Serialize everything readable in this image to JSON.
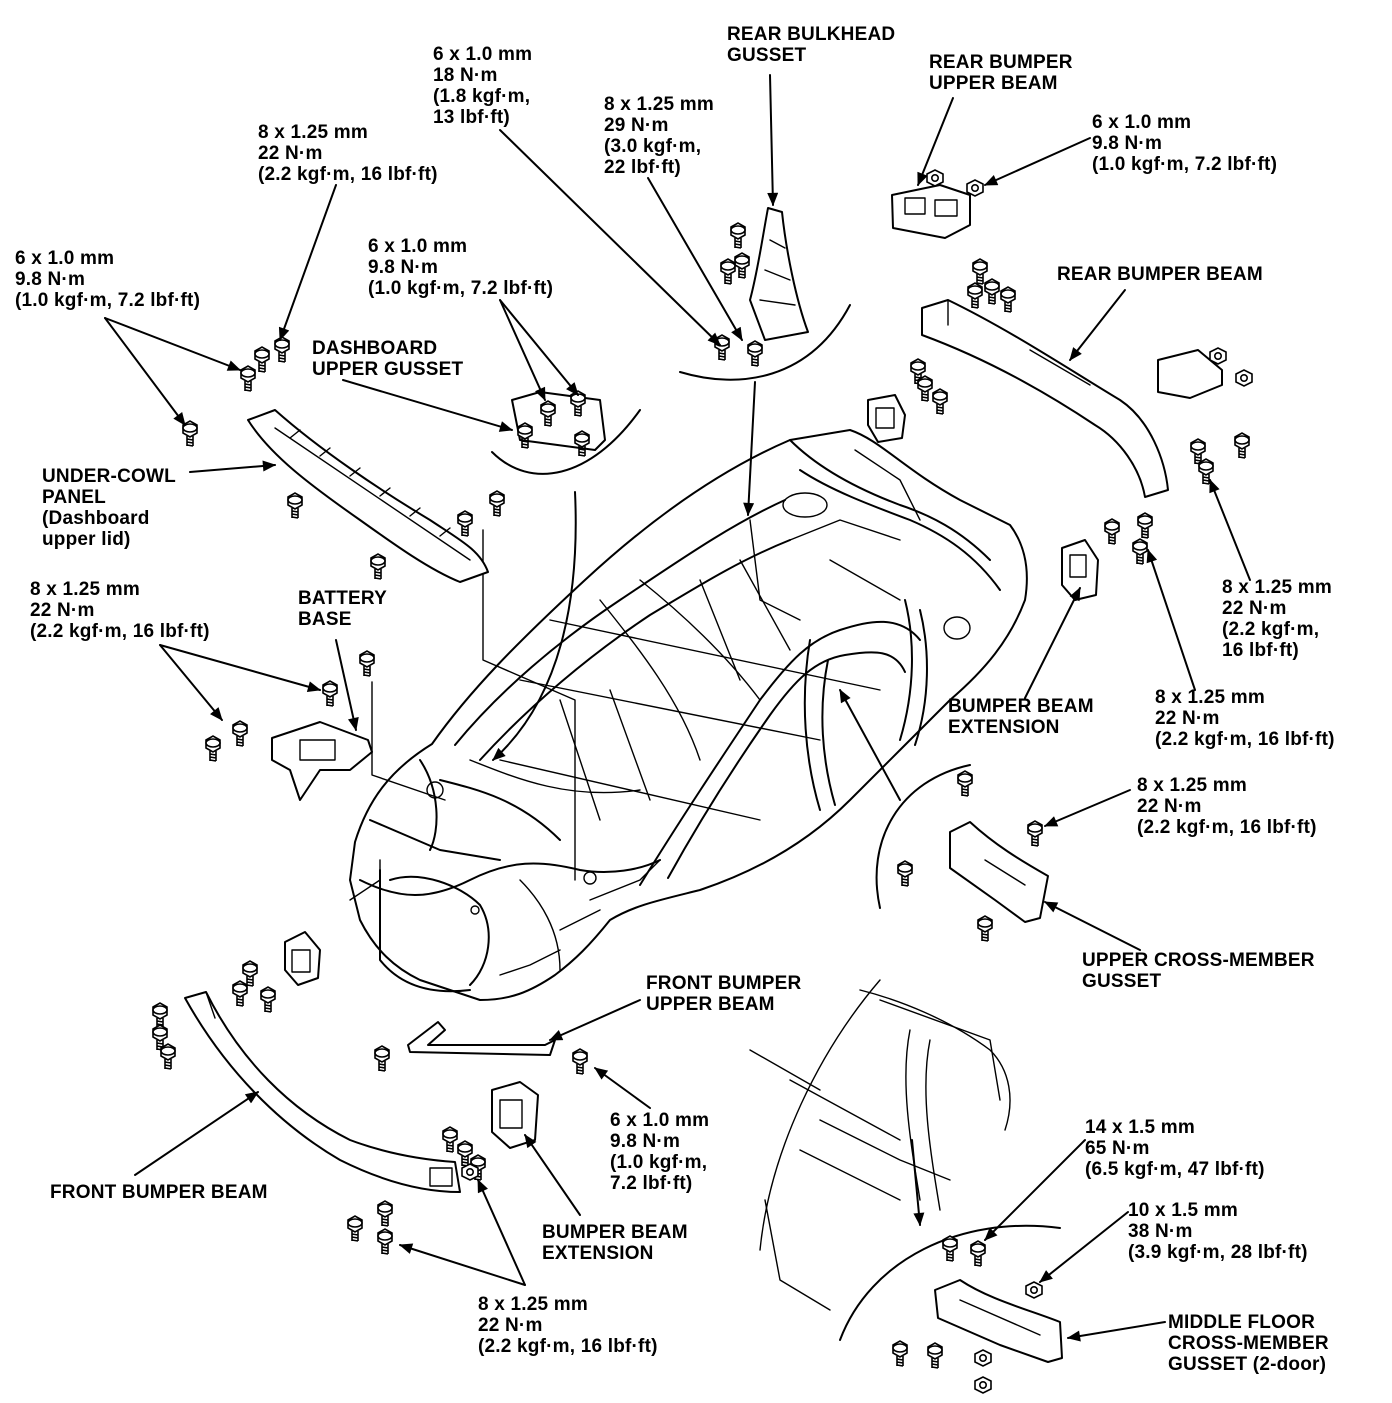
{
  "labels": {
    "rear_bulkhead_gusset": [
      "REAR BULKHEAD",
      "GUSSET"
    ],
    "rear_bumper_upper_beam": [
      "REAR BUMPER",
      "UPPER BEAM"
    ],
    "rear_bumper_beam": [
      "REAR BUMPER BEAM"
    ],
    "dashboard_upper_gusset": [
      "DASHBOARD",
      "UPPER GUSSET"
    ],
    "under_cowl_panel": [
      "UNDER-COWL",
      "PANEL",
      "(Dashboard",
      "upper lid)"
    ],
    "battery_base": [
      "BATTERY",
      "BASE"
    ],
    "bumper_beam_extension_rear": [
      "BUMPER BEAM",
      "EXTENSION"
    ],
    "upper_cross_member_gusset": [
      "UPPER CROSS-MEMBER",
      "GUSSET"
    ],
    "front_bumper_upper_beam": [
      "FRONT BUMPER",
      "UPPER BEAM"
    ],
    "front_bumper_beam": [
      "FRONT BUMPER BEAM"
    ],
    "bumper_beam_extension_front": [
      "BUMPER BEAM",
      "EXTENSION"
    ],
    "middle_floor_cross_member_gusset": [
      "MIDDLE FLOOR",
      "CROSS-MEMBER",
      "GUSSET (2-door)"
    ]
  },
  "torque_specs": {
    "rear_bulkhead_top": [
      "6 x 1.0 mm",
      "18 N·m",
      "(1.8 kgf·m,",
      "13 lbf·ft)"
    ],
    "rear_bulkhead_side": [
      "8 x 1.25 mm",
      "29 N·m",
      "(3.0 kgf·m,",
      "22 lbf·ft)"
    ],
    "rear_upper_beam": [
      "6 x 1.0 mm",
      "9.8 N·m",
      "(1.0 kgf·m, 7.2 lbf·ft)"
    ],
    "under_cowl_top": [
      "8 x 1.25 mm",
      "22 N·m",
      "(2.2 kgf·m, 16 lbf·ft)"
    ],
    "under_cowl_left": [
      "6 x 1.0 mm",
      "9.8 N·m",
      "(1.0 kgf·m, 7.2 lbf·ft)"
    ],
    "dashboard_gusset": [
      "6 x 1.0 mm",
      "9.8 N·m",
      "(1.0 kgf·m, 7.2 lbf·ft)"
    ],
    "battery_base": [
      "8 x 1.25 mm",
      "22 N·m",
      "(2.2 kgf·m, 16 lbf·ft)"
    ],
    "rear_bumper_beam": [
      "8 x 1.25 mm",
      "22 N·m",
      "(2.2 kgf·m,",
      "16 lbf·ft)"
    ],
    "rear_extension": [
      "8 x 1.25 mm",
      "22 N·m",
      "(2.2 kgf·m, 16 lbf·ft)"
    ],
    "upper_cross_member": [
      "8 x 1.25 mm",
      "22 N·m",
      "(2.2 kgf·m, 16 lbf·ft)"
    ],
    "front_upper_beam": [
      "6 x 1.0 mm",
      "9.8 N·m",
      "(1.0 kgf·m,",
      "7.2 lbf·ft)"
    ],
    "front_bumper_beam": [
      "8 x 1.25 mm",
      "22 N·m",
      "(2.2 kgf·m, 16 lbf·ft)"
    ],
    "middle_floor_large": [
      "14 x 1.5 mm",
      "65 N·m",
      "(6.5 kgf·m, 47 lbf·ft)"
    ],
    "middle_floor_small": [
      "10 x 1.5 mm",
      "38 N·m",
      "(3.9 kgf·m, 28 lbf·ft)"
    ]
  }
}
